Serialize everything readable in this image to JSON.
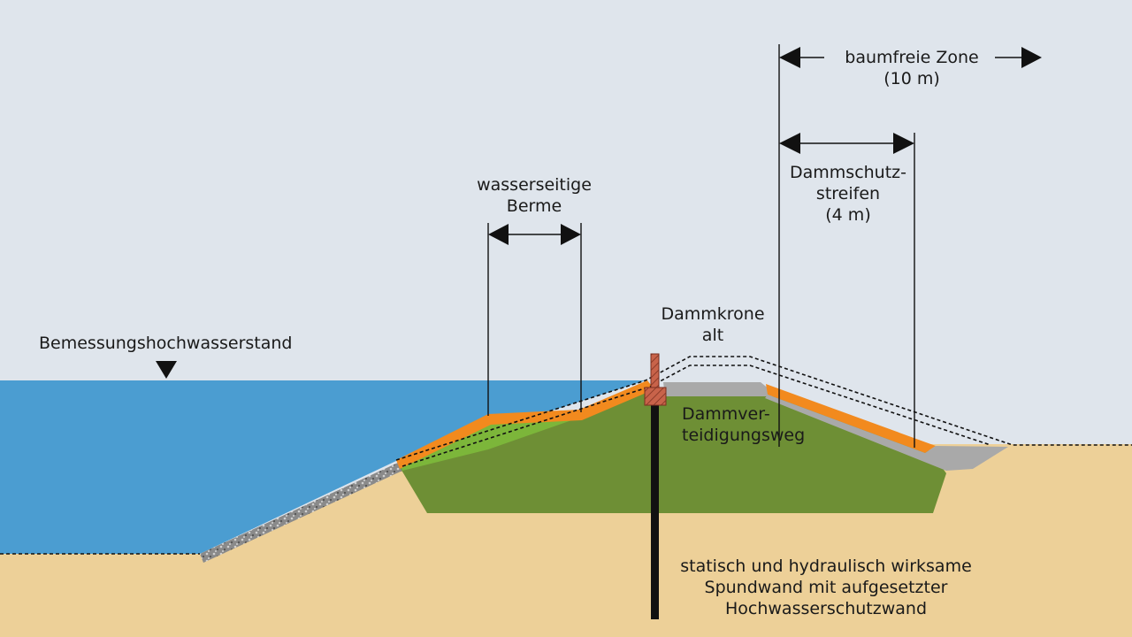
{
  "colors": {
    "sky": "#dfe5ec",
    "water": "#4b9dd1",
    "ground": "#edd098",
    "dam_core": "#6e8f35",
    "berm_fill": "#7cb63a",
    "protection_strip": "#f28a1e",
    "defense_path": "#a9a9a9",
    "sheet_pile_wall": "#c8634a"
  },
  "labels": {
    "tree_free_zone": {
      "line1": "baumfreie Zone",
      "line2": "(10 m)"
    },
    "dam_protection_strip": {
      "line1": "Dammschutz-",
      "line2": "streifen",
      "line3": "(4 m)"
    },
    "water_side_berm": {
      "line1": "wasserseitige",
      "line2": "Berme"
    },
    "old_dam_crest": {
      "line1": "Dammkrone",
      "line2": "alt"
    },
    "design_flood_level": "Bemessungshochwasserstand",
    "dam_defense_path": {
      "line1": "Dammver-",
      "line2": "teidigungsweg"
    },
    "sheet_pile": {
      "line1": "statisch und hydraulisch wirksame",
      "line2": "Spundwand mit aufgesetzter",
      "line3": "Hochwasserschutzwand"
    }
  }
}
